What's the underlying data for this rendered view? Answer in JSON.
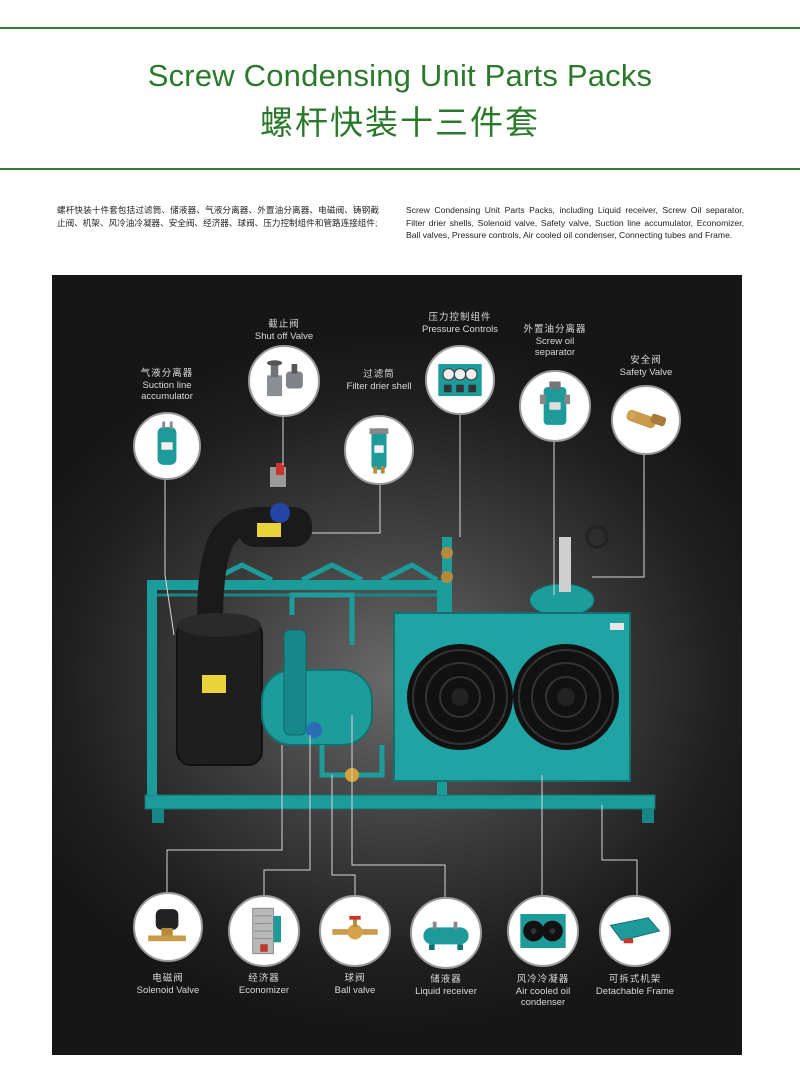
{
  "header": {
    "title_en": "Screw Condensing Unit Parts Packs",
    "title_cn": "螺杆快装十三件套"
  },
  "intro": {
    "cn": "螺杆快装十件套包括过滤筒、储液器、气液分离器、外置油分离器、电磁阀、铸钢截止阀、机架、风冷油冷凝器、安全阀、经济器、球阀、压力控制组件和管路连接组件;",
    "en": "Screw Condensing Unit Parts Packs, including Liquid receiver, Screw Oil separator, Filter drier shells, Solenoid valve, Safety valve, Suction line accumulator, Economizer, Ball valves, Pressure controls, Air cooled oil condenser, Connecting tubes and Frame."
  },
  "parts_top": [
    {
      "cn": "气液分离器",
      "en": "Suction line accumulator",
      "icon": "accumulator-icon"
    },
    {
      "cn": "截止阀",
      "en": "Shut off Valve",
      "icon": "shutoff-valve-icon"
    },
    {
      "cn": "过滤筒",
      "en": "Filter drier shell",
      "icon": "filter-drier-icon"
    },
    {
      "cn": "压力控制组件",
      "en": "Pressure Controls",
      "icon": "pressure-controls-icon"
    },
    {
      "cn": "外置油分离器",
      "en": "Screw oil separator",
      "icon": "oil-separator-icon"
    },
    {
      "cn": "安全阀",
      "en": "Safety Valve",
      "icon": "safety-valve-icon"
    }
  ],
  "parts_bottom": [
    {
      "cn": "电磁阀",
      "en": "Solenoid Valve",
      "icon": "solenoid-valve-icon"
    },
    {
      "cn": "经济器",
      "en": "Economizer",
      "icon": "economizer-icon"
    },
    {
      "cn": "球阀",
      "en": "Ball valve",
      "icon": "ball-valve-icon"
    },
    {
      "cn": "储液器",
      "en": "Liquid receiver",
      "icon": "liquid-receiver-icon"
    },
    {
      "cn": "风冷冷凝器",
      "en": "Air cooled oil condenser",
      "icon": "air-cooled-condenser-icon"
    },
    {
      "cn": "可拆式机架",
      "en": "Detachable Frame",
      "icon": "detachable-frame-icon"
    }
  ],
  "colors": {
    "brand_green": "#2b7a2b",
    "unit_teal": "#1f9a9a",
    "panel_dark": "#1f1f1f"
  }
}
